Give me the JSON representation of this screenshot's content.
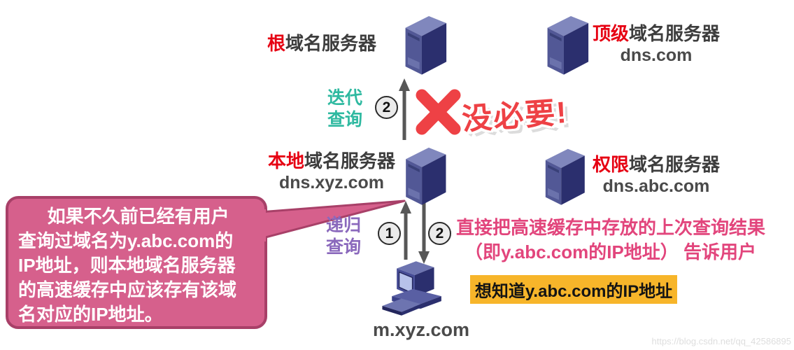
{
  "nodes": {
    "root": {
      "accent": "根",
      "rest": "域名服务器"
    },
    "tld": {
      "accent": "顶级",
      "rest": "域名服务器",
      "domain": "dns.com"
    },
    "local": {
      "accent": "本地",
      "rest": "域名服务器",
      "domain": "dns.xyz.com"
    },
    "auth": {
      "accent": "权限",
      "rest": "域名服务器",
      "domain": "dns.abc.com"
    },
    "client": {
      "domain": "m.xyz.com"
    }
  },
  "queries": {
    "iterative": {
      "line1": "迭代",
      "line2": "查询",
      "step": "2"
    },
    "recursive": {
      "line1": "递归",
      "line2": "查询",
      "step1": "1",
      "step2": "2"
    }
  },
  "callouts": {
    "not_necessary": "没必要!",
    "cache_answer_line1": "直接把高速缓存中存放的上次查询结果",
    "cache_answer_line2": "（即y.abc.com的IP地址） 告诉用户",
    "user_request": "想知道y.abc.com的IP地址"
  },
  "bubble": {
    "lines": [
      "如果不久前已经有用户",
      "查询过域名为y.abc.com的",
      "IP地址，则本地域名服务器",
      "的高速缓存中应该存有该域",
      "名对应的IP地址。"
    ]
  },
  "watermark": "https://blog.csdn.net/qq_42586895",
  "colors": {
    "accent_red": "#e60012",
    "text_dark": "#3d3d3d",
    "domain_gray": "#4a4a4a",
    "teal": "#2eb9a0",
    "purple": "#8a68bc",
    "pink_text": "#e2457c",
    "bubble_fill": "#d6608c",
    "bubble_border": "#a84068",
    "yellow": "#f7b52a",
    "cross_red": "#ee4145",
    "arrow_gray": "#575757",
    "badge_bg": "#ebebeb",
    "badge_border": "#2b2b2b",
    "server_light": "#8087bd",
    "server_mid": "#525896",
    "server_dark": "#2b2f6e",
    "screen_blue": "#b7c2ea"
  }
}
